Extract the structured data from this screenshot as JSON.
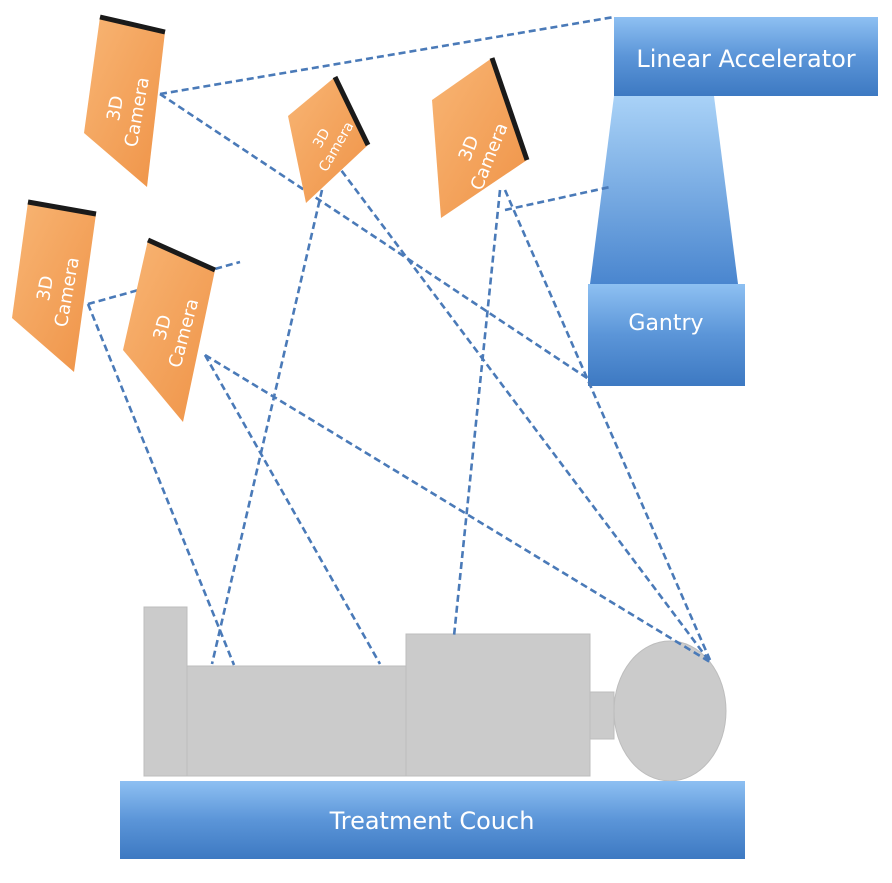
{
  "equipment": {
    "linac_label": "Linear Accelerator",
    "gantry_label": "Gantry",
    "couch_label": "Treatment Couch"
  },
  "cameras": {
    "cam1": {
      "line1": "3D",
      "line2": "Camera"
    },
    "cam2": {
      "line1": "3D",
      "line2": "Camera"
    },
    "cam3": {
      "line1": "3D",
      "line2": "Camera"
    },
    "cam4": {
      "line1": "3D",
      "line2": "Camera"
    },
    "cam5": {
      "line1": "3D",
      "line2": "Camera"
    }
  },
  "colors": {
    "camera_fill": "#f5a45c",
    "camera_edge": "#1a1a1a",
    "equipment_blue": "#5b95d8",
    "patient_gray": "#cbcbcb",
    "ray_line": "#4a7ab8"
  }
}
